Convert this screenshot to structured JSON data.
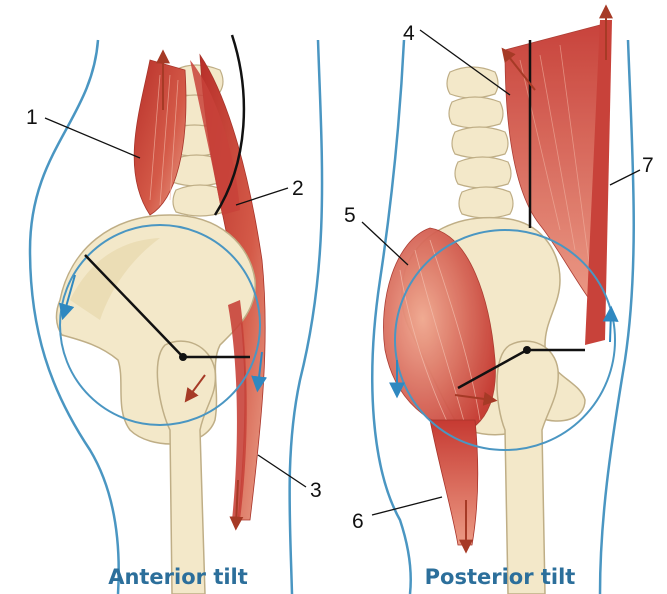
{
  "captions": {
    "left": "Anterior tilt",
    "right": "Posterior tilt"
  },
  "callouts": {
    "left": [
      "1",
      "2",
      "3"
    ],
    "right": [
      "4",
      "5",
      "6",
      "7"
    ]
  },
  "colors": {
    "muscle": "#c8423a",
    "muscle_light": "#e58a74",
    "bone": "#f3e8c9",
    "bone_stroke": "#bfae86",
    "outline": "#4a96c2",
    "arrow_red": "#a63a26",
    "arrow_blue": "#2f88c0",
    "caption": "#2c6f9b"
  },
  "icons": [
    "rotation-circle-arrow",
    "force-arrow-red",
    "lever-line"
  ]
}
